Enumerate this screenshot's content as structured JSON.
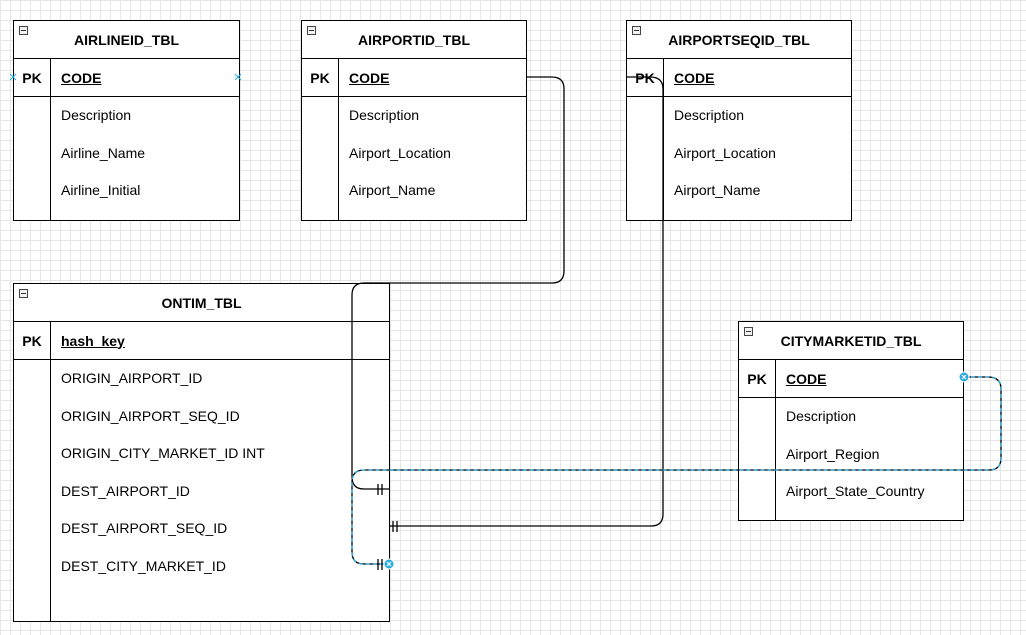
{
  "tables": {
    "airlineid": {
      "title": "AIRLINEID_TBL",
      "pk_label": "PK",
      "pk_field": "CODE",
      "fields": [
        "Description",
        "Airline_Name",
        "Airline_Initial"
      ]
    },
    "airportid": {
      "title": "AIRPORTID_TBL",
      "pk_label": "PK",
      "pk_field": "CODE",
      "fields": [
        "Description",
        "Airport_Location",
        "Airport_Name"
      ]
    },
    "airportseqid": {
      "title": "AIRPORTSEQID_TBL",
      "pk_label": "PK",
      "pk_field": "CODE",
      "fields": [
        "Description",
        "Airport_Location",
        "Airport_Name"
      ]
    },
    "ontim": {
      "title": "ONTIM_TBL",
      "pk_label": "PK",
      "pk_field": "hash_key",
      "fields": [
        "ORIGIN_AIRPORT_ID",
        "ORIGIN_AIRPORT_SEQ_ID",
        "ORIGIN_CITY_MARKET_ID INT",
        "DEST_AIRPORT_ID",
        "DEST_AIRPORT_SEQ_ID",
        "DEST_CITY_MARKET_ID"
      ]
    },
    "citymarketid": {
      "title": "CITYMARKETID_TBL",
      "pk_label": "PK",
      "pk_field": "CODE",
      "fields": [
        "Description",
        "Airport_Region",
        "Airport_State_Country"
      ]
    }
  },
  "colors": {
    "line": "#000000",
    "selected_edge": "#1a5a78",
    "handle": "#29abe2"
  }
}
